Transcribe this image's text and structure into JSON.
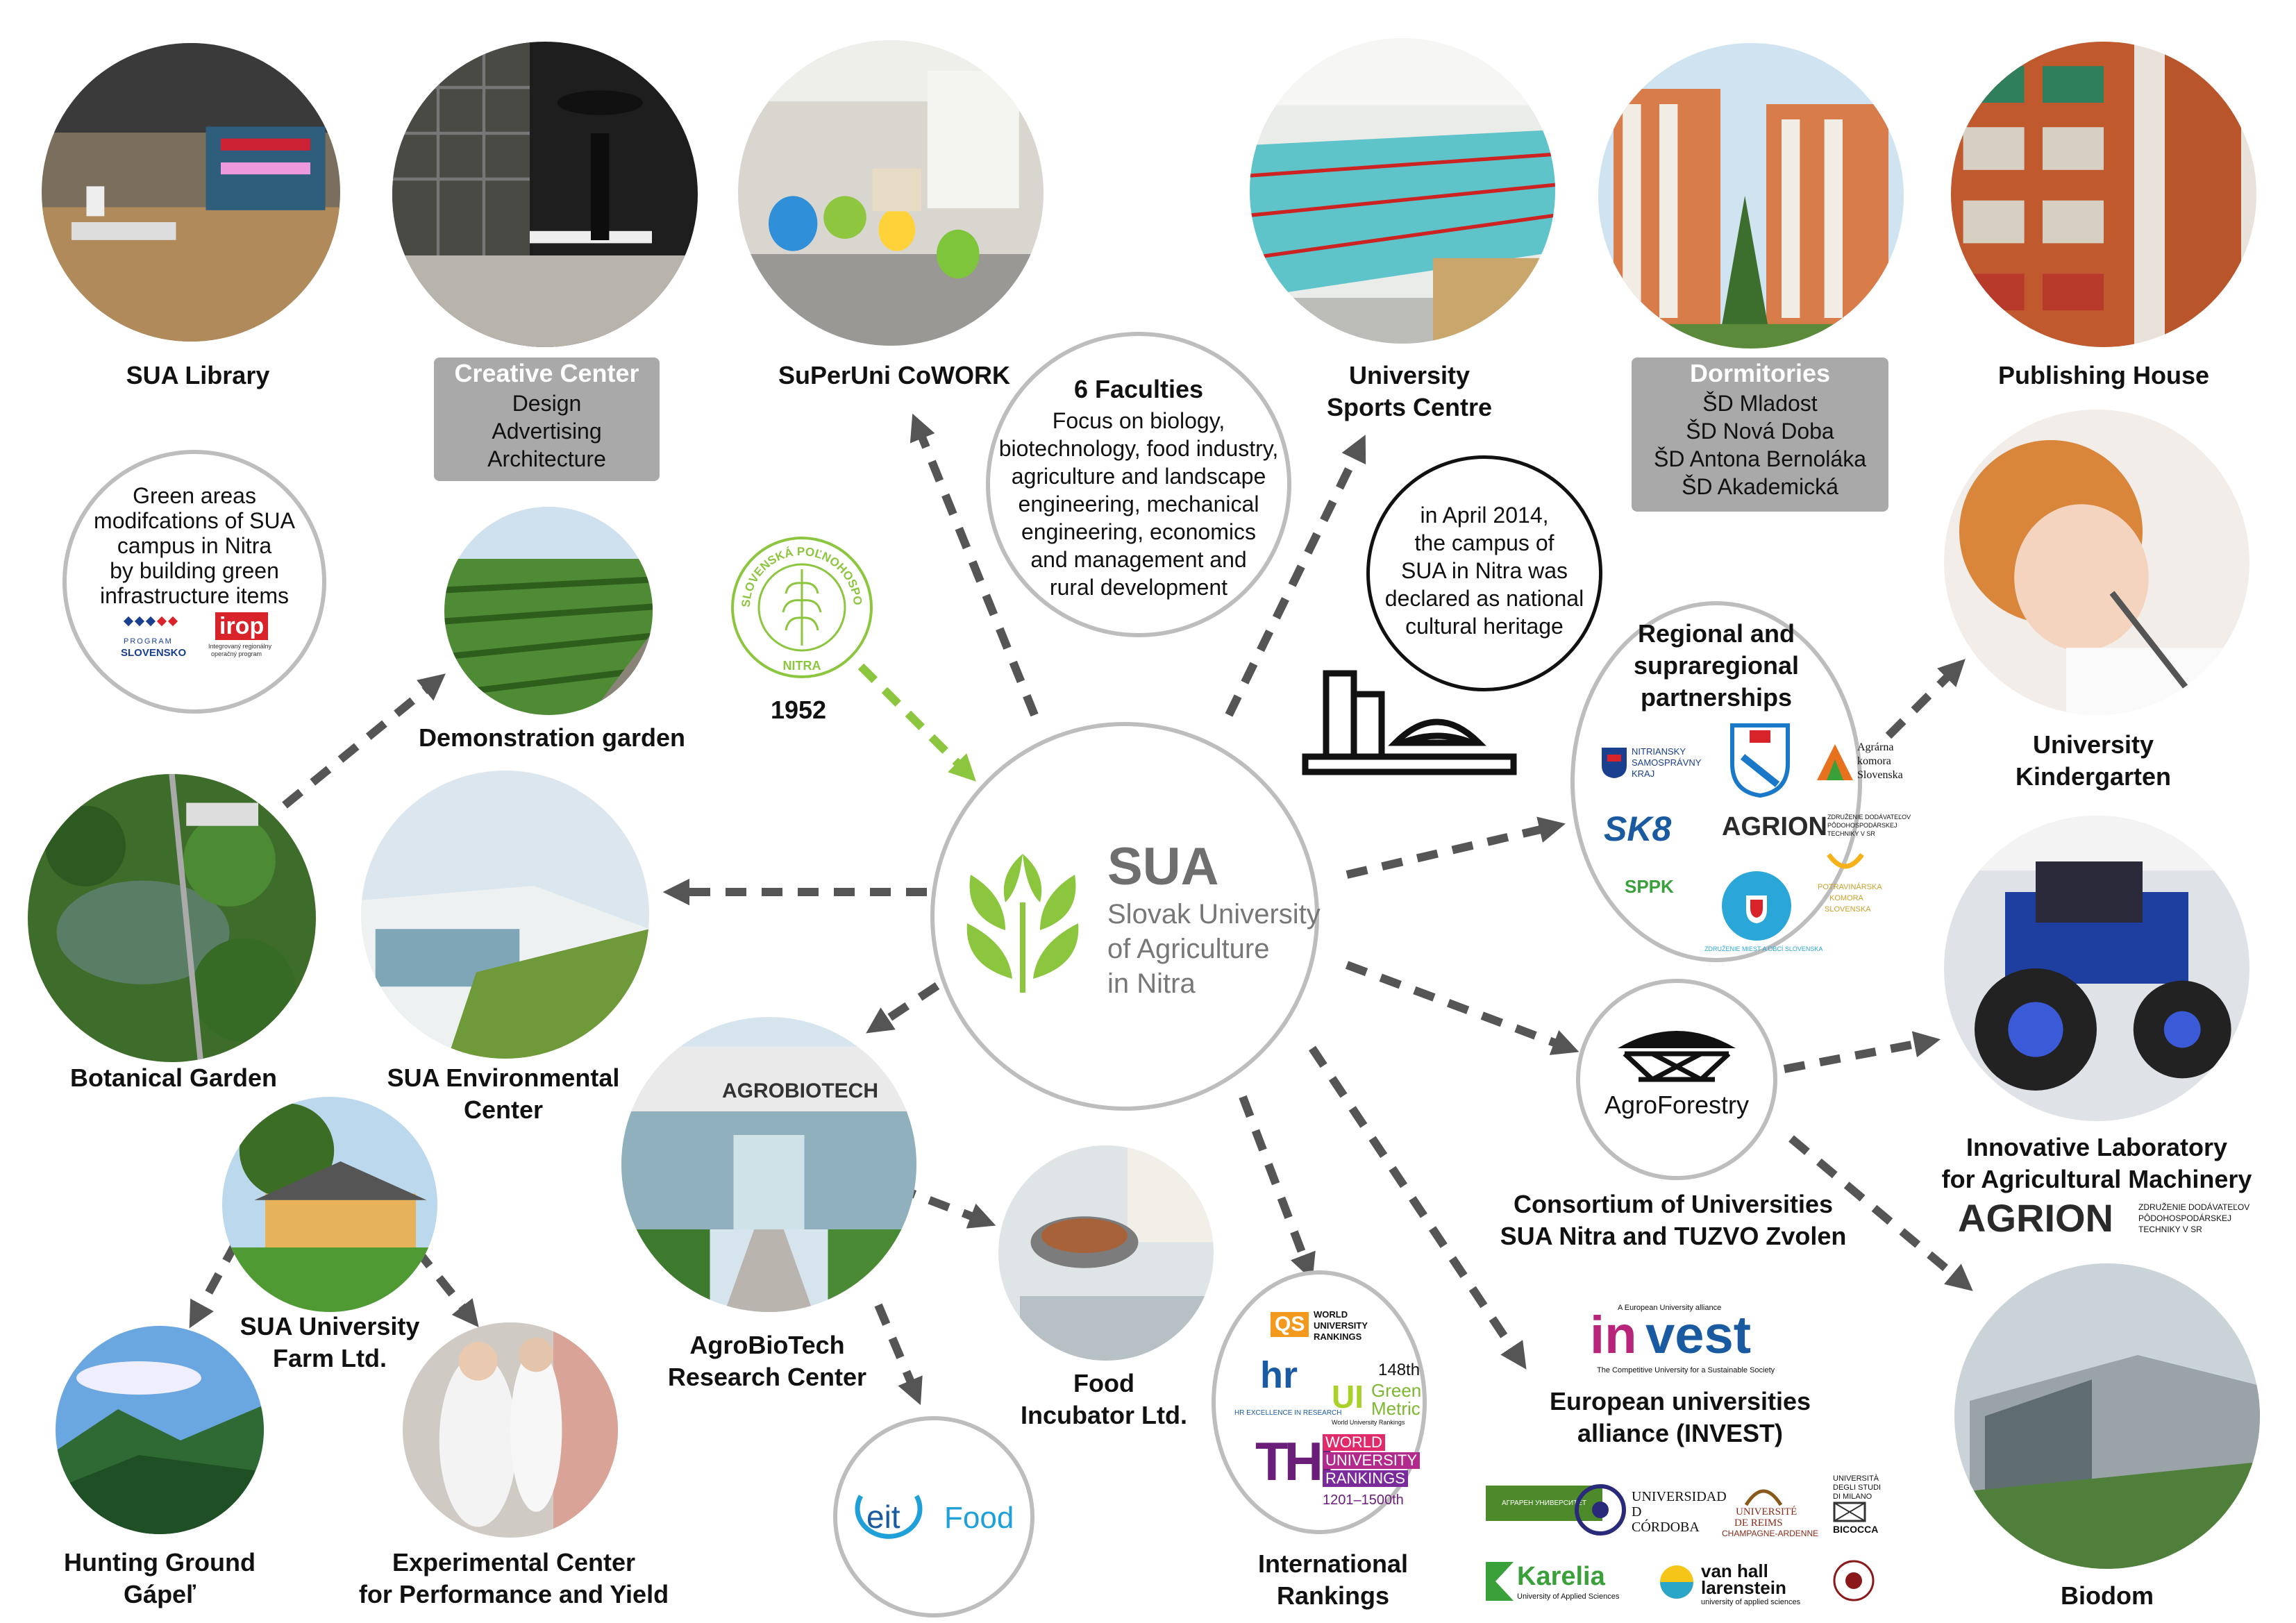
{
  "center": {
    "abbr": "SUA",
    "name_lines": [
      "Slovak University",
      "of Agriculture",
      "in Nitra"
    ],
    "leaf_color": "#8cc63f"
  },
  "top_row": {
    "library": "SUA Library",
    "creative": {
      "head": "Creative Center",
      "lines": [
        "Design",
        "Advertising",
        "Architecture"
      ]
    },
    "cowork": "SuPerUni CoWORK",
    "sports": [
      "University",
      "Sports Centre"
    ],
    "dorms": {
      "head": "Dormitories",
      "lines": [
        "ŠD Mladost",
        "ŠD Nová Doba",
        "ŠD Antona Bernoláka",
        "ŠD Akademická"
      ]
    },
    "publishing": "Publishing House"
  },
  "faculties": {
    "title": "6 Faculties",
    "lines": [
      "Focus on biology,",
      "biotechnology, food industry,",
      "agriculture and landscape",
      "engineering, mechanical",
      "engineering, economics",
      "and management and",
      "rural development"
    ]
  },
  "heritage": {
    "lines": [
      "in April 2014,",
      "the campus of",
      "SUA in Nitra was",
      "declared as national",
      "cultural heritage"
    ]
  },
  "green_areas": {
    "lines": [
      "Green areas",
      "modifcations of SUA",
      "campus in Nitra",
      "by building green",
      "infrastructure items"
    ],
    "logo1": [
      "PROGRAM",
      "SLOVENSKO"
    ],
    "logo2": "irop",
    "logo2_sub": [
      "Integrovaný regionálny",
      "operačný program"
    ]
  },
  "seal": {
    "ring_text": "SLOVENSKÁ POĽNOHOSPODÁRSKA UNIVERZITA",
    "bottom": "NITRA",
    "year": "1952",
    "color": "#8cc63f"
  },
  "left": {
    "demo_garden": "Demonstration garden",
    "botanical": "Botanical Garden",
    "environmental": [
      "SUA Environmental",
      "Center"
    ],
    "farm": [
      "SUA University",
      "Farm Ltd."
    ],
    "hunting": [
      "Hunting Ground",
      "Gápeľ"
    ],
    "experimental": [
      "Experimental Center",
      "for Performance and Yield"
    ],
    "agrobiotech": [
      "AgroBioTech",
      "Research Center"
    ],
    "agrobiotech_sign": "AGROBIOTECH",
    "food_incubator": [
      "Food",
      "Incubator Ltd."
    ],
    "eit": {
      "a": "eit",
      "b": "Food"
    }
  },
  "right": {
    "regional": {
      "title": [
        "Regional and",
        "supraregional",
        "partnerships"
      ],
      "logos": {
        "nsk": [
          "NITRIANSKY",
          "SAMOSPRÁVNY",
          "KRAJ"
        ],
        "ak": [
          "Agrárna",
          "komora",
          "Slovenska"
        ],
        "sk8": "SK8",
        "agrion": "AGRION",
        "agrion_sub": [
          "ZDRUŽENIE DODÁVATEĽOV",
          "PÔDOHOSPODÁRSKEJ",
          "TECHNIKY V SR"
        ],
        "sppk": "SPPK",
        "zmos": "ZDRUŽENIE MIEST A OBCÍ SLOVENSKA",
        "pks": [
          "POTRAVINÁRSKA",
          "KOMORA",
          "SLOVENSKA"
        ]
      }
    },
    "kindergarten": [
      "University",
      "Kindergarten"
    ],
    "agroforestry": "AgroForestry",
    "consortium": [
      "Consortium of Universities",
      "SUA Nitra and TUZVO Zvolen"
    ],
    "machinery": [
      "Innovative Laboratory",
      "for Agricultural Machinery"
    ],
    "agrion_big": "AGRION",
    "agrion_big_sub": [
      "ZDRUŽENIE DODÁVATEĽOV",
      "PÔDOHOSPODÁRSKEJ",
      "TECHNIKY V SR"
    ],
    "biodom": "Biodom"
  },
  "rankings": {
    "label": [
      "International",
      "Rankings"
    ],
    "qs": "QS",
    "qs_text": [
      "WORLD",
      "UNIVERSITY",
      "RANKINGS"
    ],
    "hr": "hr",
    "hr_sub": "HR EXCELLENCE IN RESEARCH",
    "ui_rank": "148th",
    "ui": "UI",
    "ui_text": [
      "Green",
      "Metric"
    ],
    "ui_sub": "World University Rankings",
    "the": "THE",
    "the_text": [
      "WORLD",
      "UNIVERSITY",
      "RANKINGS"
    ],
    "the_rank": "1201–1500th"
  },
  "invest": {
    "label": [
      "European universities",
      "alliance (INVEST)"
    ],
    "logo_in": "in",
    "logo_vest": "vest",
    "top_small": "A European University alliance",
    "bottom_small": "The Competitive University for a Sustainable Society",
    "partners": {
      "aup": "АГРАРЕН УНИВЕРСИТЕТ",
      "cordoba": [
        "UNIVERSIDAD",
        "D",
        "CÓRDOBA"
      ],
      "reims": [
        "UNIVERSITÉ",
        "DE REIMS",
        "CHAMPAGNE-ARDENNE"
      ],
      "bicocca": [
        "UNIVERSITÀ",
        "DEGLI STUDI",
        "DI MILANO",
        "BICOCCA"
      ],
      "karelia": "Karelia",
      "karelia_sub": "University of Applied Sciences",
      "vhl": [
        "van hall",
        "larenstein"
      ],
      "vhl_sub": "university of applied sciences"
    }
  }
}
